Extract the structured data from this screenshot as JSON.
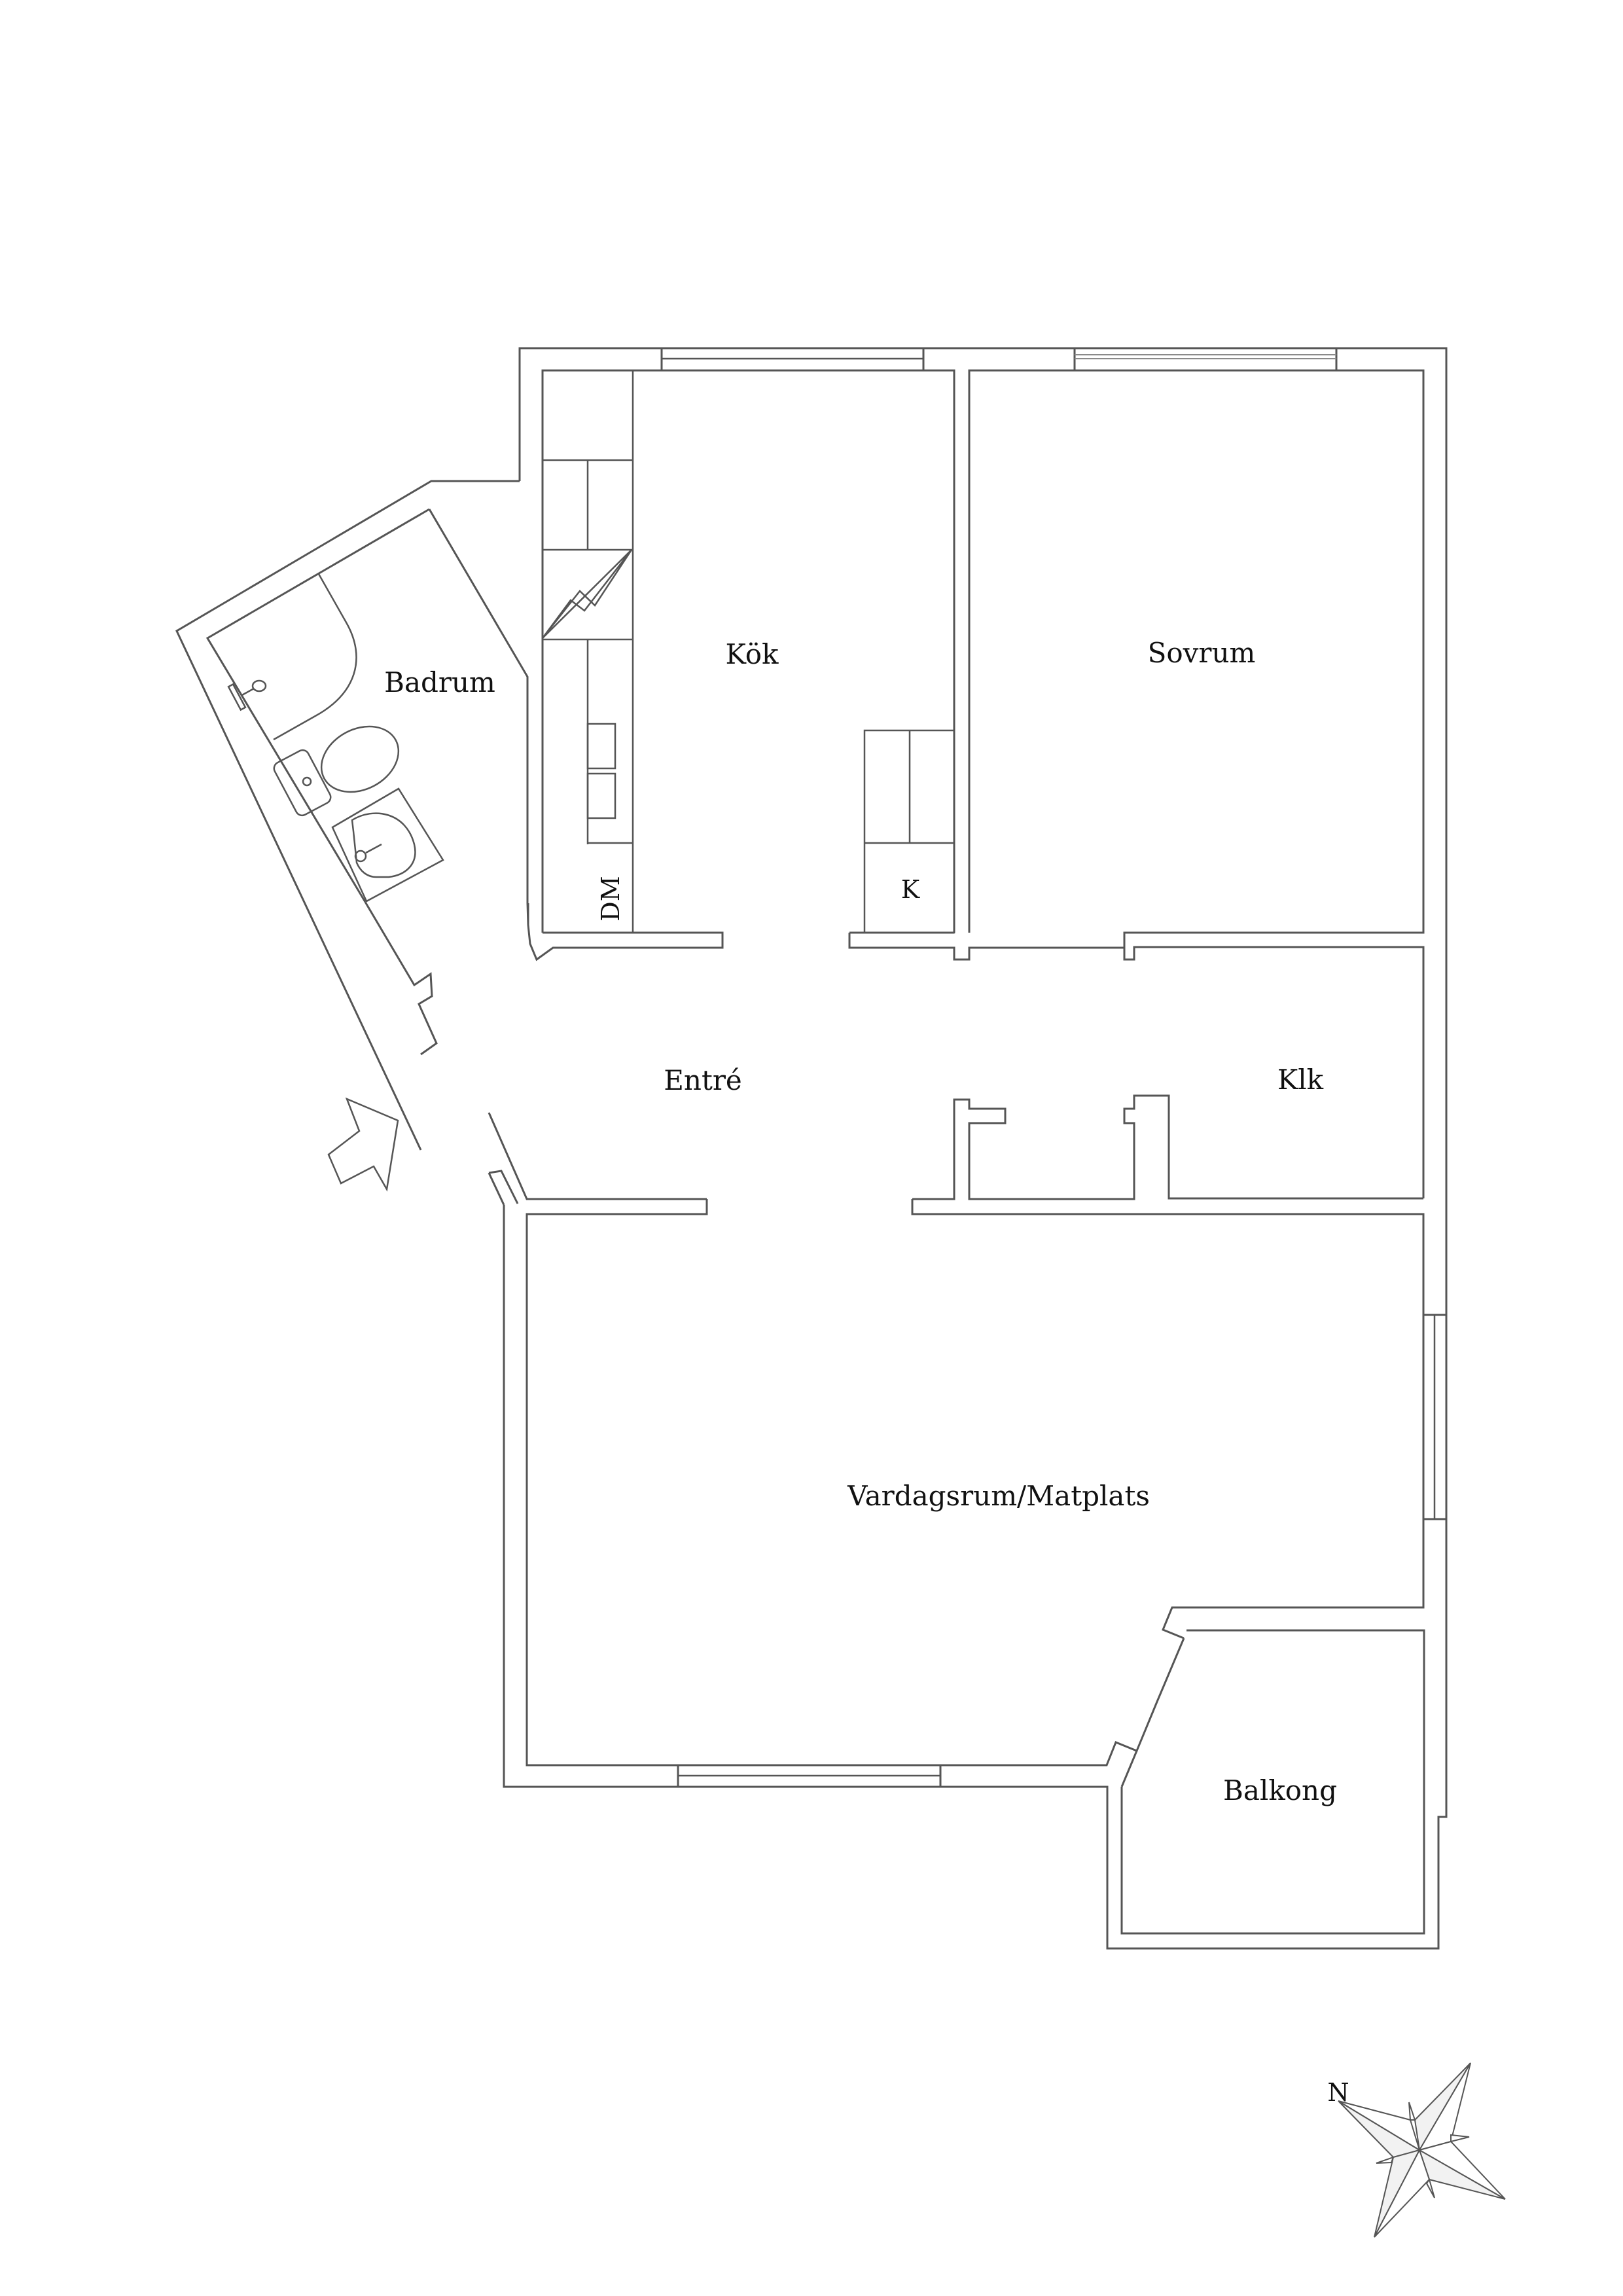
{
  "floorplan": {
    "rooms": [
      {
        "id": "kok",
        "label": "Kök"
      },
      {
        "id": "sovrum",
        "label": "Sovrum"
      },
      {
        "id": "badrum",
        "label": "Badrum"
      },
      {
        "id": "entre",
        "label": "Entré"
      },
      {
        "id": "klk",
        "label": "Klk"
      },
      {
        "id": "vardagsrum",
        "label": "Vardagsrum/Matplats"
      },
      {
        "id": "balkong",
        "label": "Balkong"
      }
    ],
    "fixtures": {
      "dishwasher": "DM",
      "fridge": "K"
    },
    "compass": {
      "north_label": "N"
    },
    "colors": {
      "line": "#555555",
      "text": "#111111",
      "background": "#ffffff",
      "compass_fill": "#f2f2f2"
    }
  }
}
